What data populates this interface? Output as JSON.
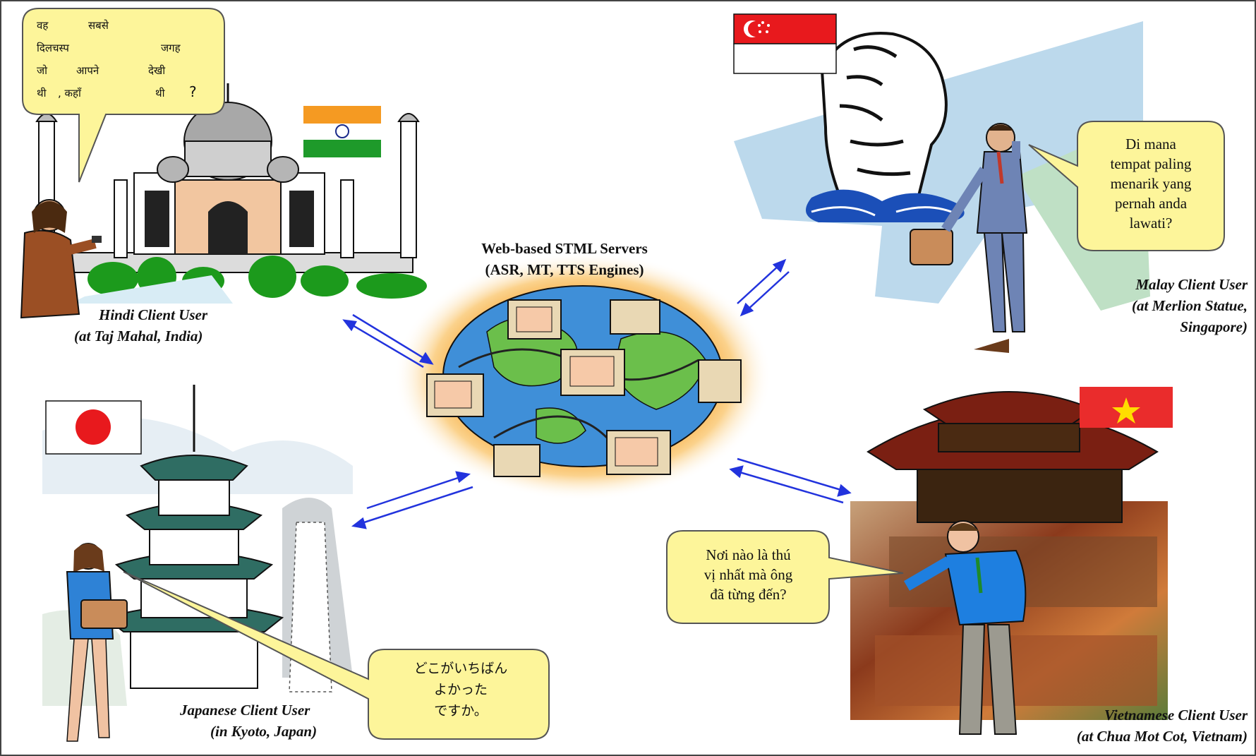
{
  "server": {
    "title": "Web-based STML Servers",
    "subtitle": "(ASR, MT, TTS Engines)"
  },
  "users": {
    "hindi": {
      "name": "Hindi Client User",
      "location": "(at Taj Mahal, India)",
      "bubble_words": [
        "वह",
        "सबसे",
        "दिलचस्प",
        "जगह",
        "जो",
        "आपने",
        "देखी",
        "थी",
        ", कहाँ",
        "थी",
        "?"
      ]
    },
    "malay": {
      "name": "Malay Client User",
      "location_line1": "(at Merlion Statue,",
      "location_line2": "Singapore)",
      "bubble_lines": [
        "Di mana",
        "tempat paling",
        "menarik yang",
        "pernah anda",
        "lawati?"
      ]
    },
    "japanese": {
      "name": "Japanese Client User",
      "location": "(in Kyoto, Japan)",
      "bubble_lines": [
        "どこがいちばん",
        "よかった",
        "ですか。"
      ]
    },
    "vietnamese": {
      "name": "Vietnamese Client User",
      "location": "(at Chua Mot Cot, Vietnam)",
      "bubble_lines": [
        "Nơi nào là thú",
        "vị nhất mà ông",
        "đã từng đến?"
      ]
    }
  },
  "colors": {
    "arrow": "#2233dd",
    "bubble_fill": "#fdf59a",
    "bubble_stroke": "#555555",
    "globe_glow": "#f59a1e",
    "ocean": "#3f8fd8",
    "land": "#6bbf4b"
  },
  "icons": [
    "india-flag-icon",
    "singapore-flag-icon",
    "japan-flag-icon",
    "vietnam-flag-icon",
    "globe-icon",
    "computer-icon"
  ]
}
